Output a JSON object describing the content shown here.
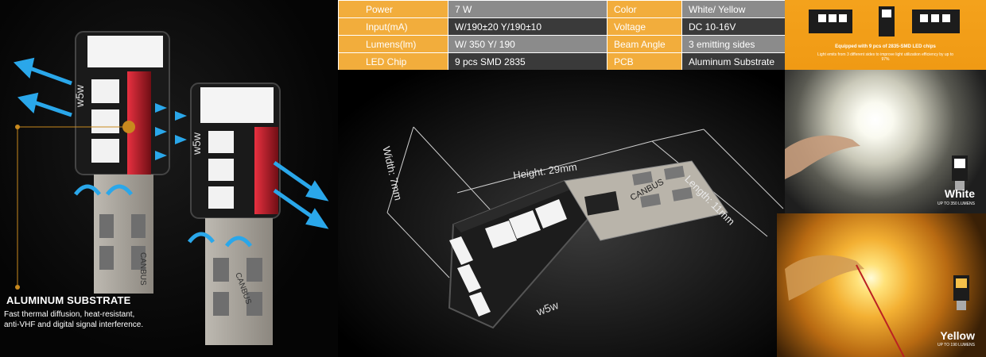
{
  "callout": {
    "title": "ALUMINUM SUBSTRATE",
    "line1": "Fast thermal diffusion, heat-resistant,",
    "line2": "anti-VHF and digital signal interference."
  },
  "specs": {
    "rows": [
      {
        "label1": "Power",
        "value1": "7 W",
        "label2": "Color",
        "value2": "White/ Yellow"
      },
      {
        "label1": "Input(mA)",
        "value1": "W/190±20   Y/190±10",
        "label2": "Voltage",
        "value2": "DC 10-16V"
      },
      {
        "label1": "Lumens(lm)",
        "value1": "W/ 350    Y/ 190",
        "label2": "Beam Angle",
        "value2": " 3 emitting sides"
      },
      {
        "label1": "LED Chip",
        "value1": "9 pcs SMD 2835",
        "label2": "PCB",
        "value2": "Aluminum Substrate"
      }
    ]
  },
  "dimensions": {
    "height": "Height: 29mm",
    "length": "Length: 11mm",
    "width": "Width: 7mm"
  },
  "chip_info": {
    "heading": "Equipped with 9 pcs of 2835-SMD LED chips",
    "sub": "Light emits from 3 different sides to improve light utilization efficiency by up to 97%"
  },
  "variants": {
    "white": {
      "name": "White",
      "lumens": "UP TO 350 LUMENS"
    },
    "yellow": {
      "name": "Yellow",
      "lumens": "UP TO 190 LUMENS"
    }
  },
  "labels": {
    "canbus": "CANBUS",
    "w5w": "w5w"
  },
  "colors": {
    "table_label_bg": "#f2ad3c",
    "table_value_bg": "#8b8b8b",
    "table_value_dark_bg": "#3a3a3a",
    "airflow_blue": "#2aa7ea",
    "heat_red": "#e8202e",
    "accent_orange": "#f09a14"
  }
}
